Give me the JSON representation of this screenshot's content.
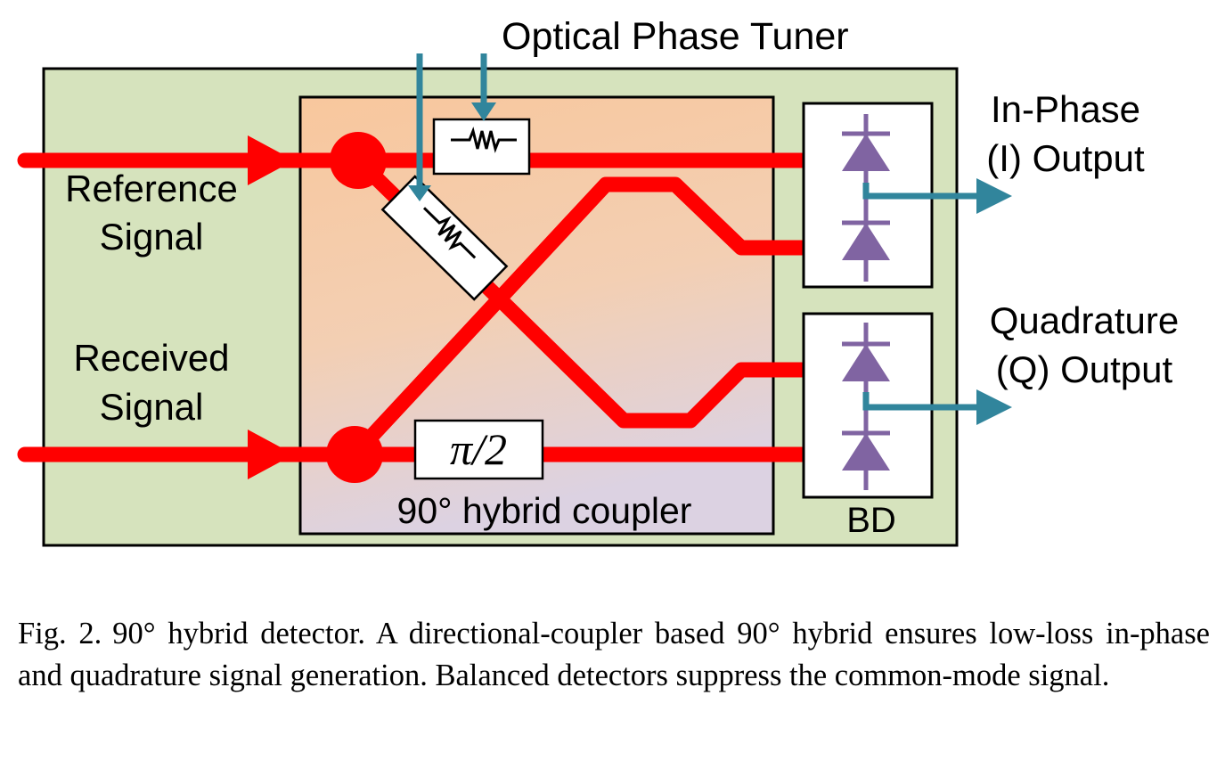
{
  "diagram": {
    "tuner_label": "Optical Phase Tuner",
    "input_ref_label": [
      "Reference",
      "Signal"
    ],
    "input_rx_label": [
      "Received",
      "Signal"
    ],
    "coupler_label": "90° hybrid coupler",
    "phase_shift_label": "π/2",
    "bd_label": "BD",
    "output_i_label": [
      "In-Phase",
      "(I) Output"
    ],
    "output_q_label": [
      "Quadrature",
      "(Q) Output"
    ],
    "colors": {
      "outer_bg": "#d6e3bd",
      "waveguide": "#ff0000",
      "coupler_gradient": [
        "#f8c79d",
        "#dcd2e2"
      ],
      "photodiode": "#8064a2",
      "electrical": "#31859c"
    }
  },
  "caption": {
    "fig_no": "Fig. 2.",
    "text": "90° hybrid detector. A directional-coupler based 90° hybrid ensures low-loss in-phase and quadrature signal generation. Balanced detectors suppress the common-mode signal."
  }
}
